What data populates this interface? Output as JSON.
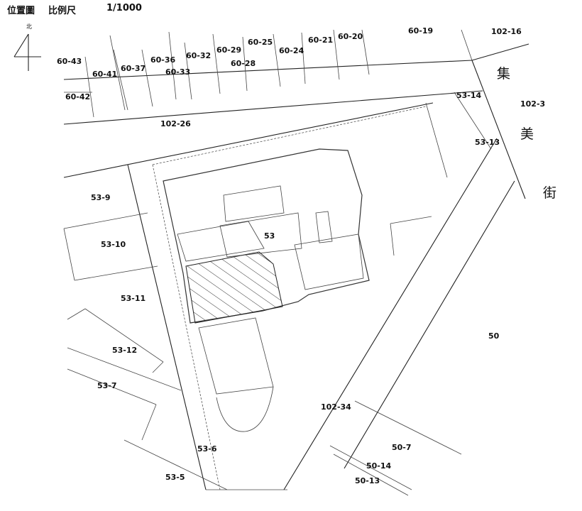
{
  "header": {
    "title": "位置圖",
    "scale_label": "比例尺",
    "scale": "1/1000"
  },
  "north": {
    "label": "北"
  },
  "road": {
    "chars": [
      "集",
      "美",
      "街"
    ]
  },
  "parcels": {
    "p6043": "60-43",
    "p6041": "60-41",
    "p6037": "60-37",
    "p6036": "60-36",
    "p6033": "60-33",
    "p6032": "60-32",
    "p6029": "60-29",
    "p6028": "60-28",
    "p6025": "60-25",
    "p6024": "60-24",
    "p6021": "60-21",
    "p6020": "60-20",
    "p6019": "60-19",
    "p10216": "102-16",
    "p6042": "60-42",
    "p5314": "53-14",
    "p1023": "102-3",
    "p10226": "102-26",
    "p5313": "53-13",
    "p539": "53-9",
    "p53": "53",
    "p5310": "53-10",
    "p5311": "53-11",
    "p50": "50",
    "p5312": "53-12",
    "p537": "53-7",
    "p10234": "102-34",
    "p536": "53-6",
    "p507": "50-7",
    "p5014": "50-14",
    "p535": "53-5",
    "p5013": "50-13"
  },
  "colors": {
    "ink": "#111111",
    "paper": "#ffffff"
  }
}
